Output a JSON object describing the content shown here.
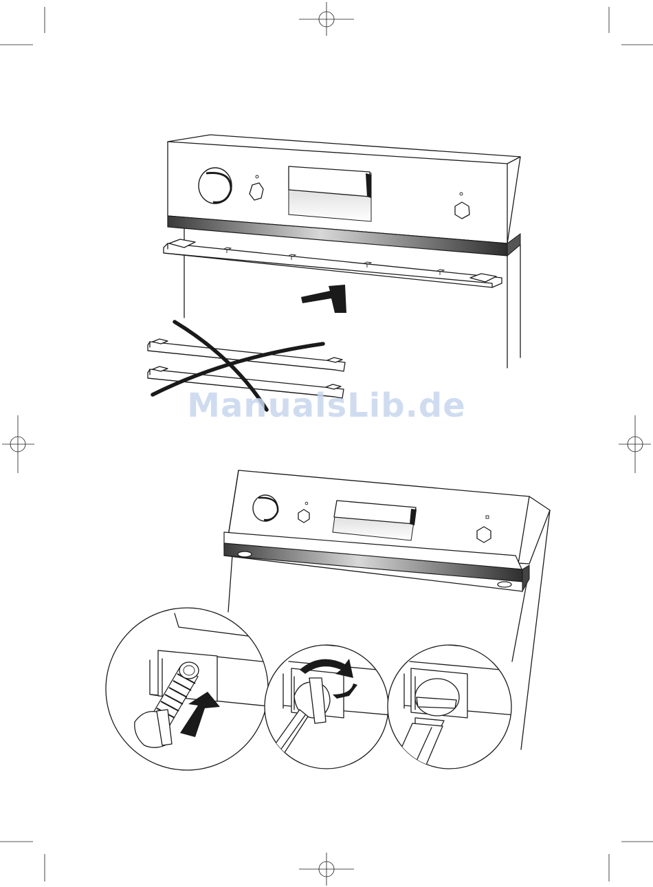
{
  "watermark": {
    "text": "ManualsLib.de",
    "color": "#c7d7ee"
  },
  "colors": {
    "ink": "#1a1a1a",
    "strip_dark": "#3a3a3a",
    "strip_light": "#d8d8d8",
    "paper": "#ffffff"
  },
  "illustrations": [
    {
      "id": "remove-old-trim",
      "icons": [
        "oven-front-icon",
        "trim-strip-icon",
        "arrow-icon",
        "crossed-out-icon"
      ]
    },
    {
      "id": "fasten-screws",
      "icons": [
        "oven-front-icon",
        "screw-icon",
        "screwdriver-icon",
        "rotate-arrow-icon"
      ]
    }
  ]
}
